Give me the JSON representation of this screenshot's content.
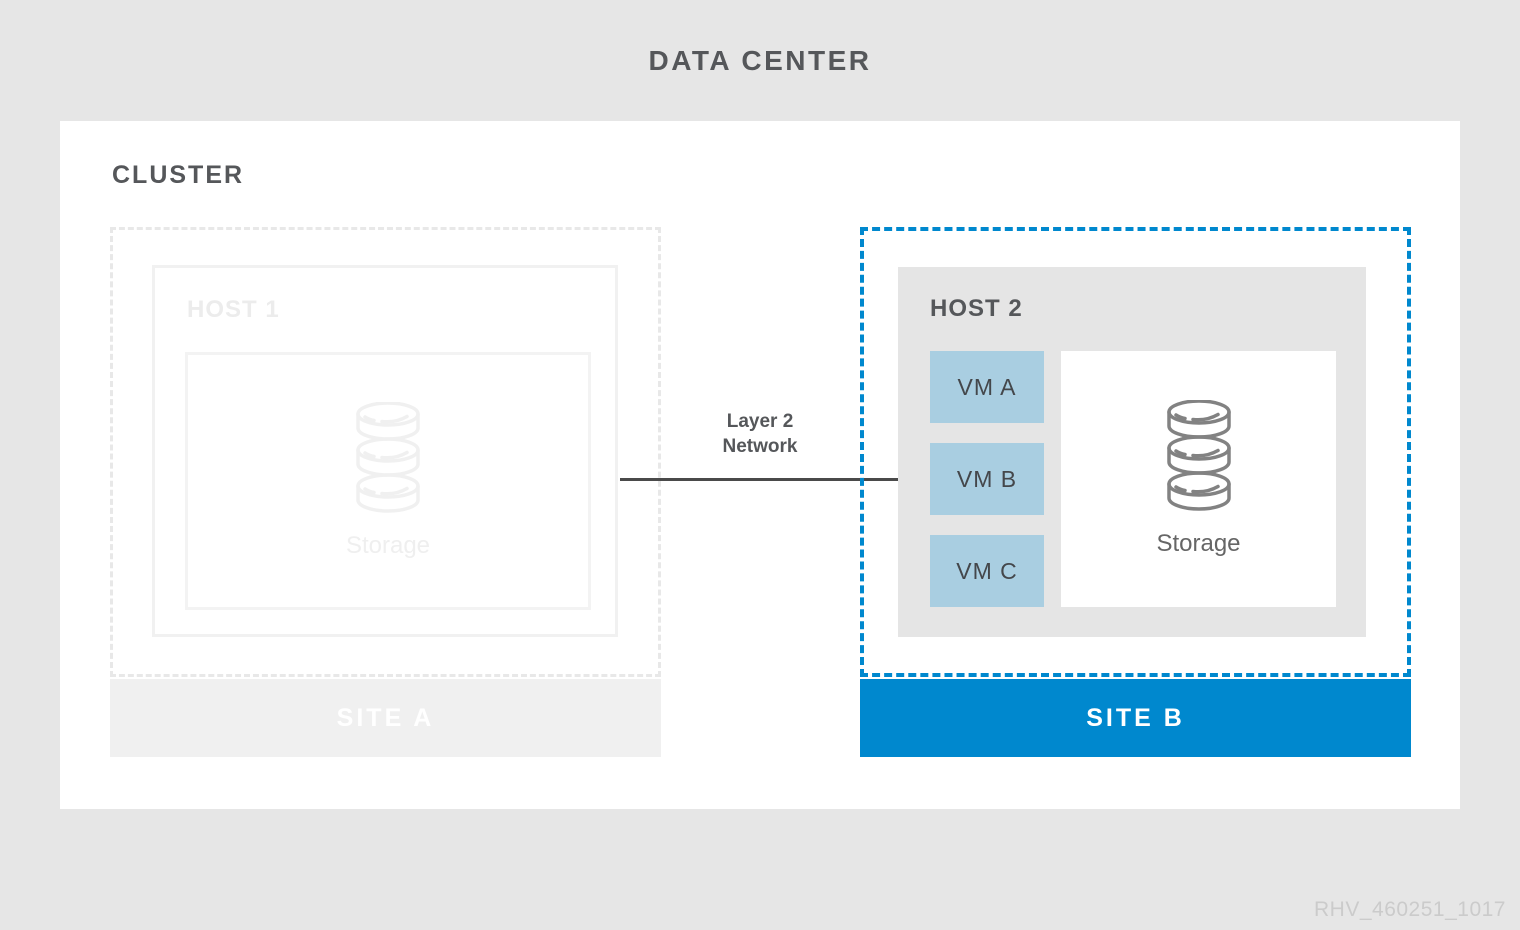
{
  "title": "DATA CENTER",
  "watermark": "RHV_460251_1017",
  "cluster": {
    "label": "CLUSTER",
    "network": {
      "line1": "Layer 2",
      "line2": "Network"
    },
    "site_a": {
      "label": "SITE A",
      "host": {
        "label": "HOST 1",
        "storage_label": "Storage"
      }
    },
    "site_b": {
      "label": "SITE B",
      "host": {
        "label": "HOST 2",
        "vms": [
          {
            "label": "VM A"
          },
          {
            "label": "VM B"
          },
          {
            "label": "VM C"
          }
        ],
        "storage_label": "Storage"
      }
    }
  },
  "colors": {
    "accent_blue": "#0088ce",
    "vm_blue": "#a9cee1",
    "faded_gray": "#f0f0f0",
    "dark_gray": "#55575a",
    "page_background": "#e6e6e6"
  }
}
